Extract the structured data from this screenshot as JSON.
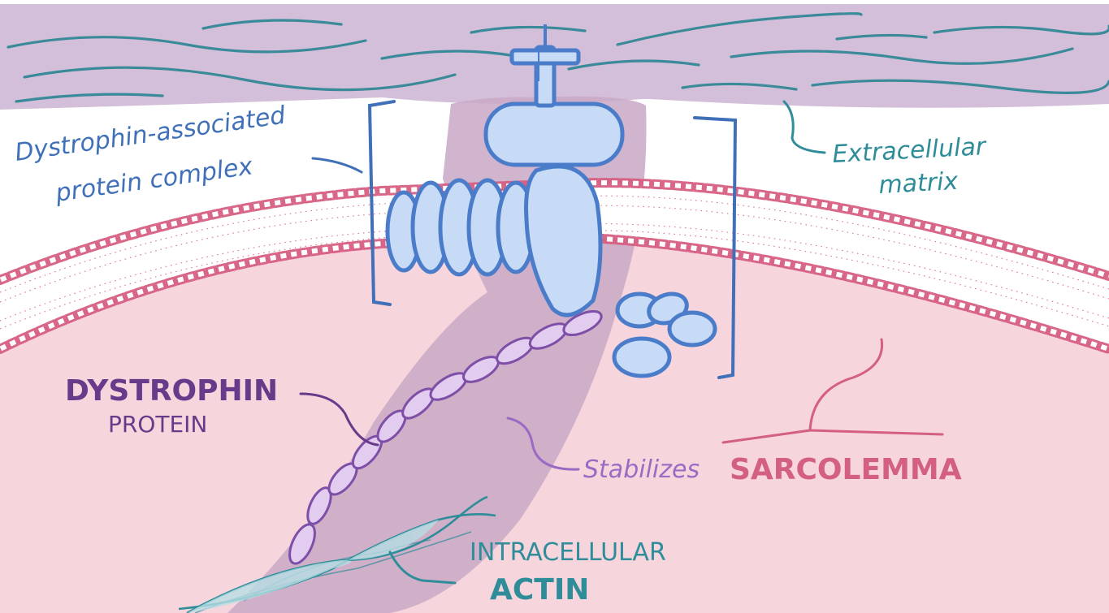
{
  "labels": {
    "complex_line1": "Dystrophin-associated",
    "complex_line2": "protein complex",
    "ecm_line1": "Extracellular",
    "ecm_line2": "matrix",
    "dystrophin_line1": "DYSTROPHIN",
    "dystrophin_line2": "PROTEIN",
    "stabilizes": "Stabilizes",
    "sarcolemma": "SARCOLEMMA",
    "actin_line1": "INTRACELLULAR",
    "actin_line2": "ACTIN"
  },
  "colors": {
    "ecm_band": "#d3bfd9",
    "ecm_fibers": "#3a8a99",
    "cytoplasm": "#f7d5dd",
    "membrane": "#d65f82",
    "protein_fill": "#c7dbf6",
    "protein_outline": "#4a7cc9",
    "dystrophin_fill": "#e2ccf0",
    "dystrophin_outline": "#7e4fa6",
    "shadow": "#c9a8c6",
    "complex_label": "#3f70b8",
    "dystrophin_label": "#6a3a8a",
    "sarcolemma_label": "#d35f82",
    "actin_label": "#2f8c99",
    "stabilizes_label": "#9b6bc4"
  }
}
